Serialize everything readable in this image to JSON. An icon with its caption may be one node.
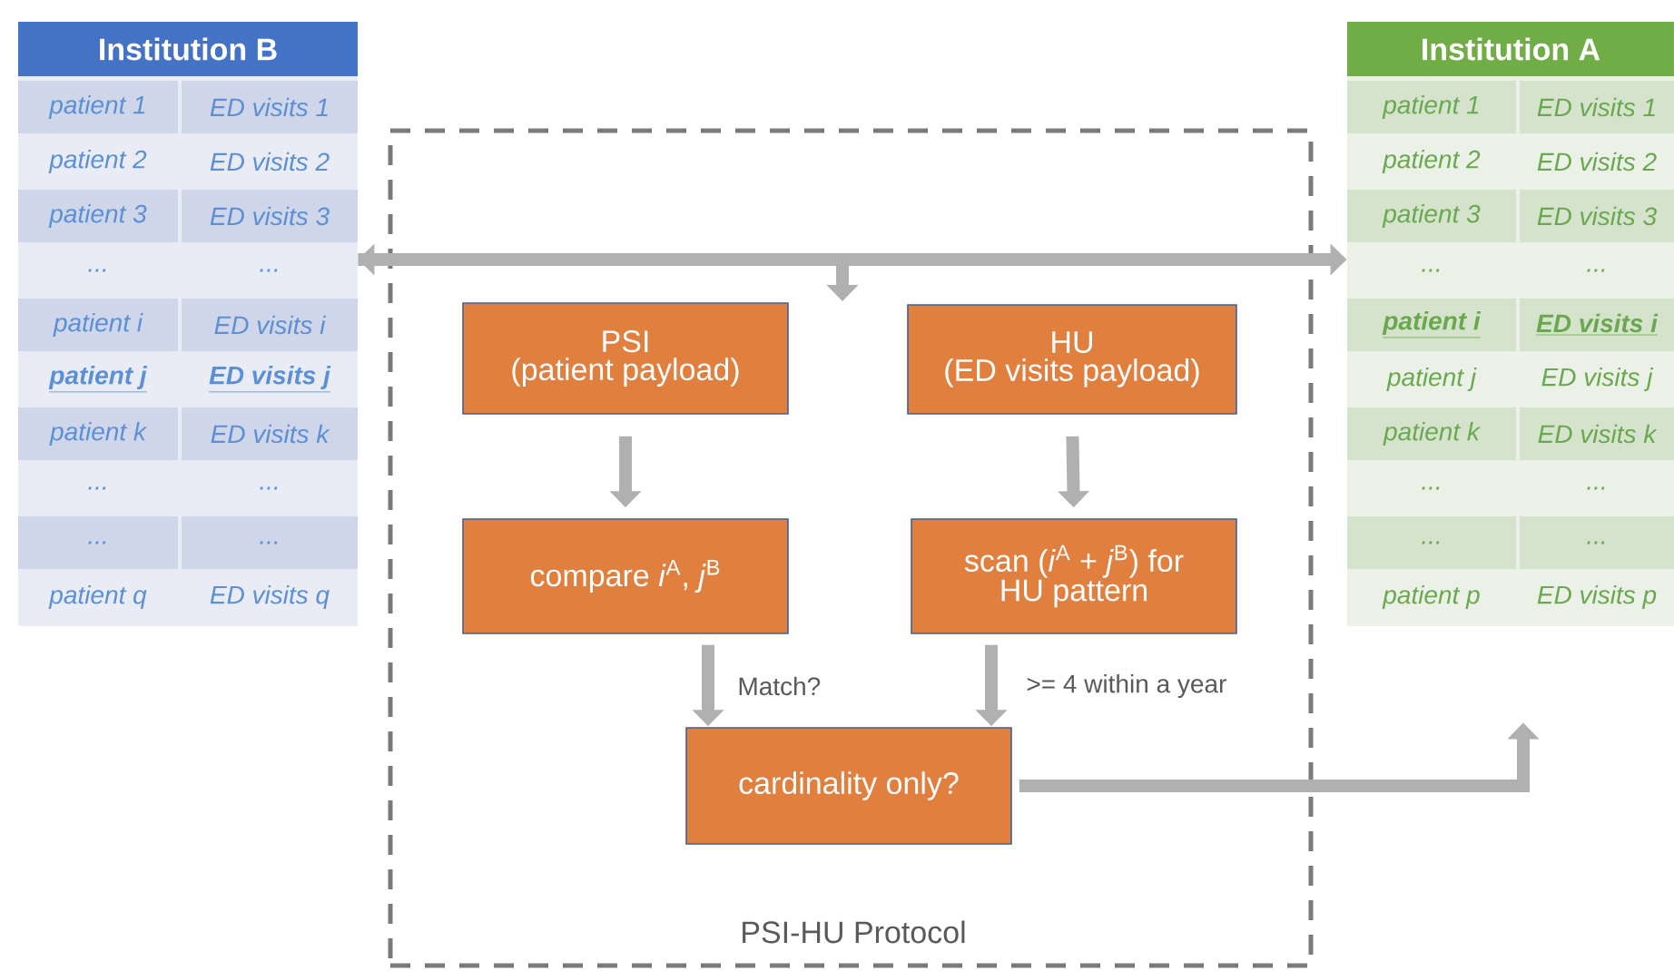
{
  "diagram": {
    "nodes": [
      {
        "text": [
          "Institution B",
          "patient 1",
          "ED visits 1",
          "patient 2",
          "ED visits 2",
          "patient 3",
          "ED visits 3",
          "...",
          "...",
          "patient i",
          "ED visits i",
          "patient j",
          "ED visits j",
          "patient k",
          "ED visits k",
          "...",
          "...",
          "...",
          "...",
          "patient q",
          "ED visits q"
        ]
      },
      {
        "text": [
          "Institution A",
          "patient 1",
          "ED visits 1",
          "patient 2",
          "ED visits 2",
          "patient 3",
          "ED visits 3",
          "...",
          "...",
          "patient i",
          "ED visits i",
          "patient j",
          "ED visits j",
          "patient k",
          "ED visits k",
          "...",
          "...",
          "...",
          "...",
          "patient p",
          "ED visits p"
        ]
      },
      {
        "text": [
          "PSI-HU Protocol"
        ]
      },
      {
        "text": [
          "PSI",
          "(patient payload)"
        ],
        "in": 2
      },
      {
        "text": [
          "HU",
          "(ED visits payload)"
        ],
        "in": 2
      },
      {
        "text": [
          "compare *i*$^{A}$, *j*$^{B}$"
        ],
        "in": 2
      },
      {
        "text": [
          "scan (*i*$^{A}$ + *j*$^{B}$) for HU pattern"
        ],
        "in": 2
      },
      {
        "text": [
          "cardinality only?"
        ],
        "in": 2
      }
    ],
    "edges": [
      {
        "from": 0,
        "to": 1,
        "arrow": "both"
      },
      {
        "from": 0,
        "to": null,
        "arrow": "to"
      },
      {
        "from": 3,
        "to": 5,
        "arrow": "to"
      },
      {
        "from": 4,
        "to": 6,
        "arrow": "to"
      },
      {
        "from": 5,
        "to": 7,
        "arrow": "to",
        "label": "Match?"
      },
      {
        "from": 6,
        "to": 7,
        "arrow": "to",
        "label": ">= 4 within a year"
      },
      {
        "from": 7,
        "to": 1,
        "arrow": "to"
      }
    ]
  }
}
